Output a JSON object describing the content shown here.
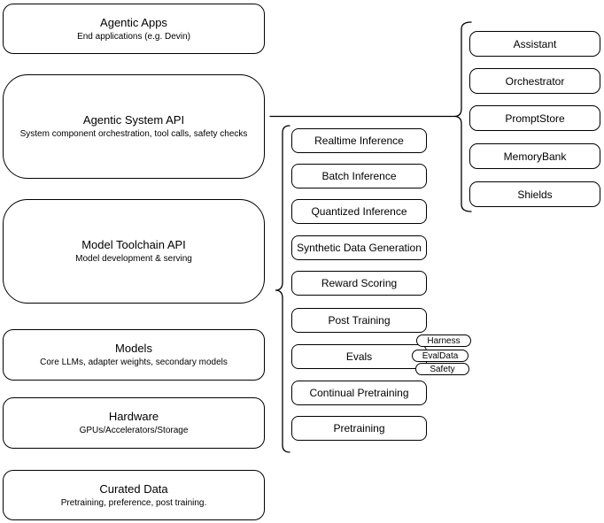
{
  "canvas": {
    "background": "#ffffff",
    "stroke_color": "#000000"
  },
  "layers": [
    {
      "title": "Agentic Apps",
      "subtitle": "End applications (e.g. Devin)"
    },
    {
      "title": "Agentic System API",
      "subtitle": "System component orchestration, tool calls, safety checks"
    },
    {
      "title": "Model Toolchain API",
      "subtitle": "Model development & serving"
    },
    {
      "title": "Models",
      "subtitle": "Core LLMs, adapter weights, secondary models"
    },
    {
      "title": "Hardware",
      "subtitle": "GPUs/Accelerators/Storage"
    },
    {
      "title": "Curated Data",
      "subtitle": "Pretraining, preference, post training."
    }
  ],
  "toolchain": {
    "items": [
      "Realtime Inference",
      "Batch Inference",
      "Quantized Inference",
      "Synthetic Data Generation",
      "Reward Scoring",
      "Post Training",
      "Evals",
      "Continual Pretraining",
      "Pretraining"
    ]
  },
  "eval_tags": [
    "Harness",
    "EvalData",
    "Safety"
  ],
  "system_components": [
    "Assistant",
    "Orchestrator",
    "PromptStore",
    "MemoryBank",
    "Shields"
  ]
}
